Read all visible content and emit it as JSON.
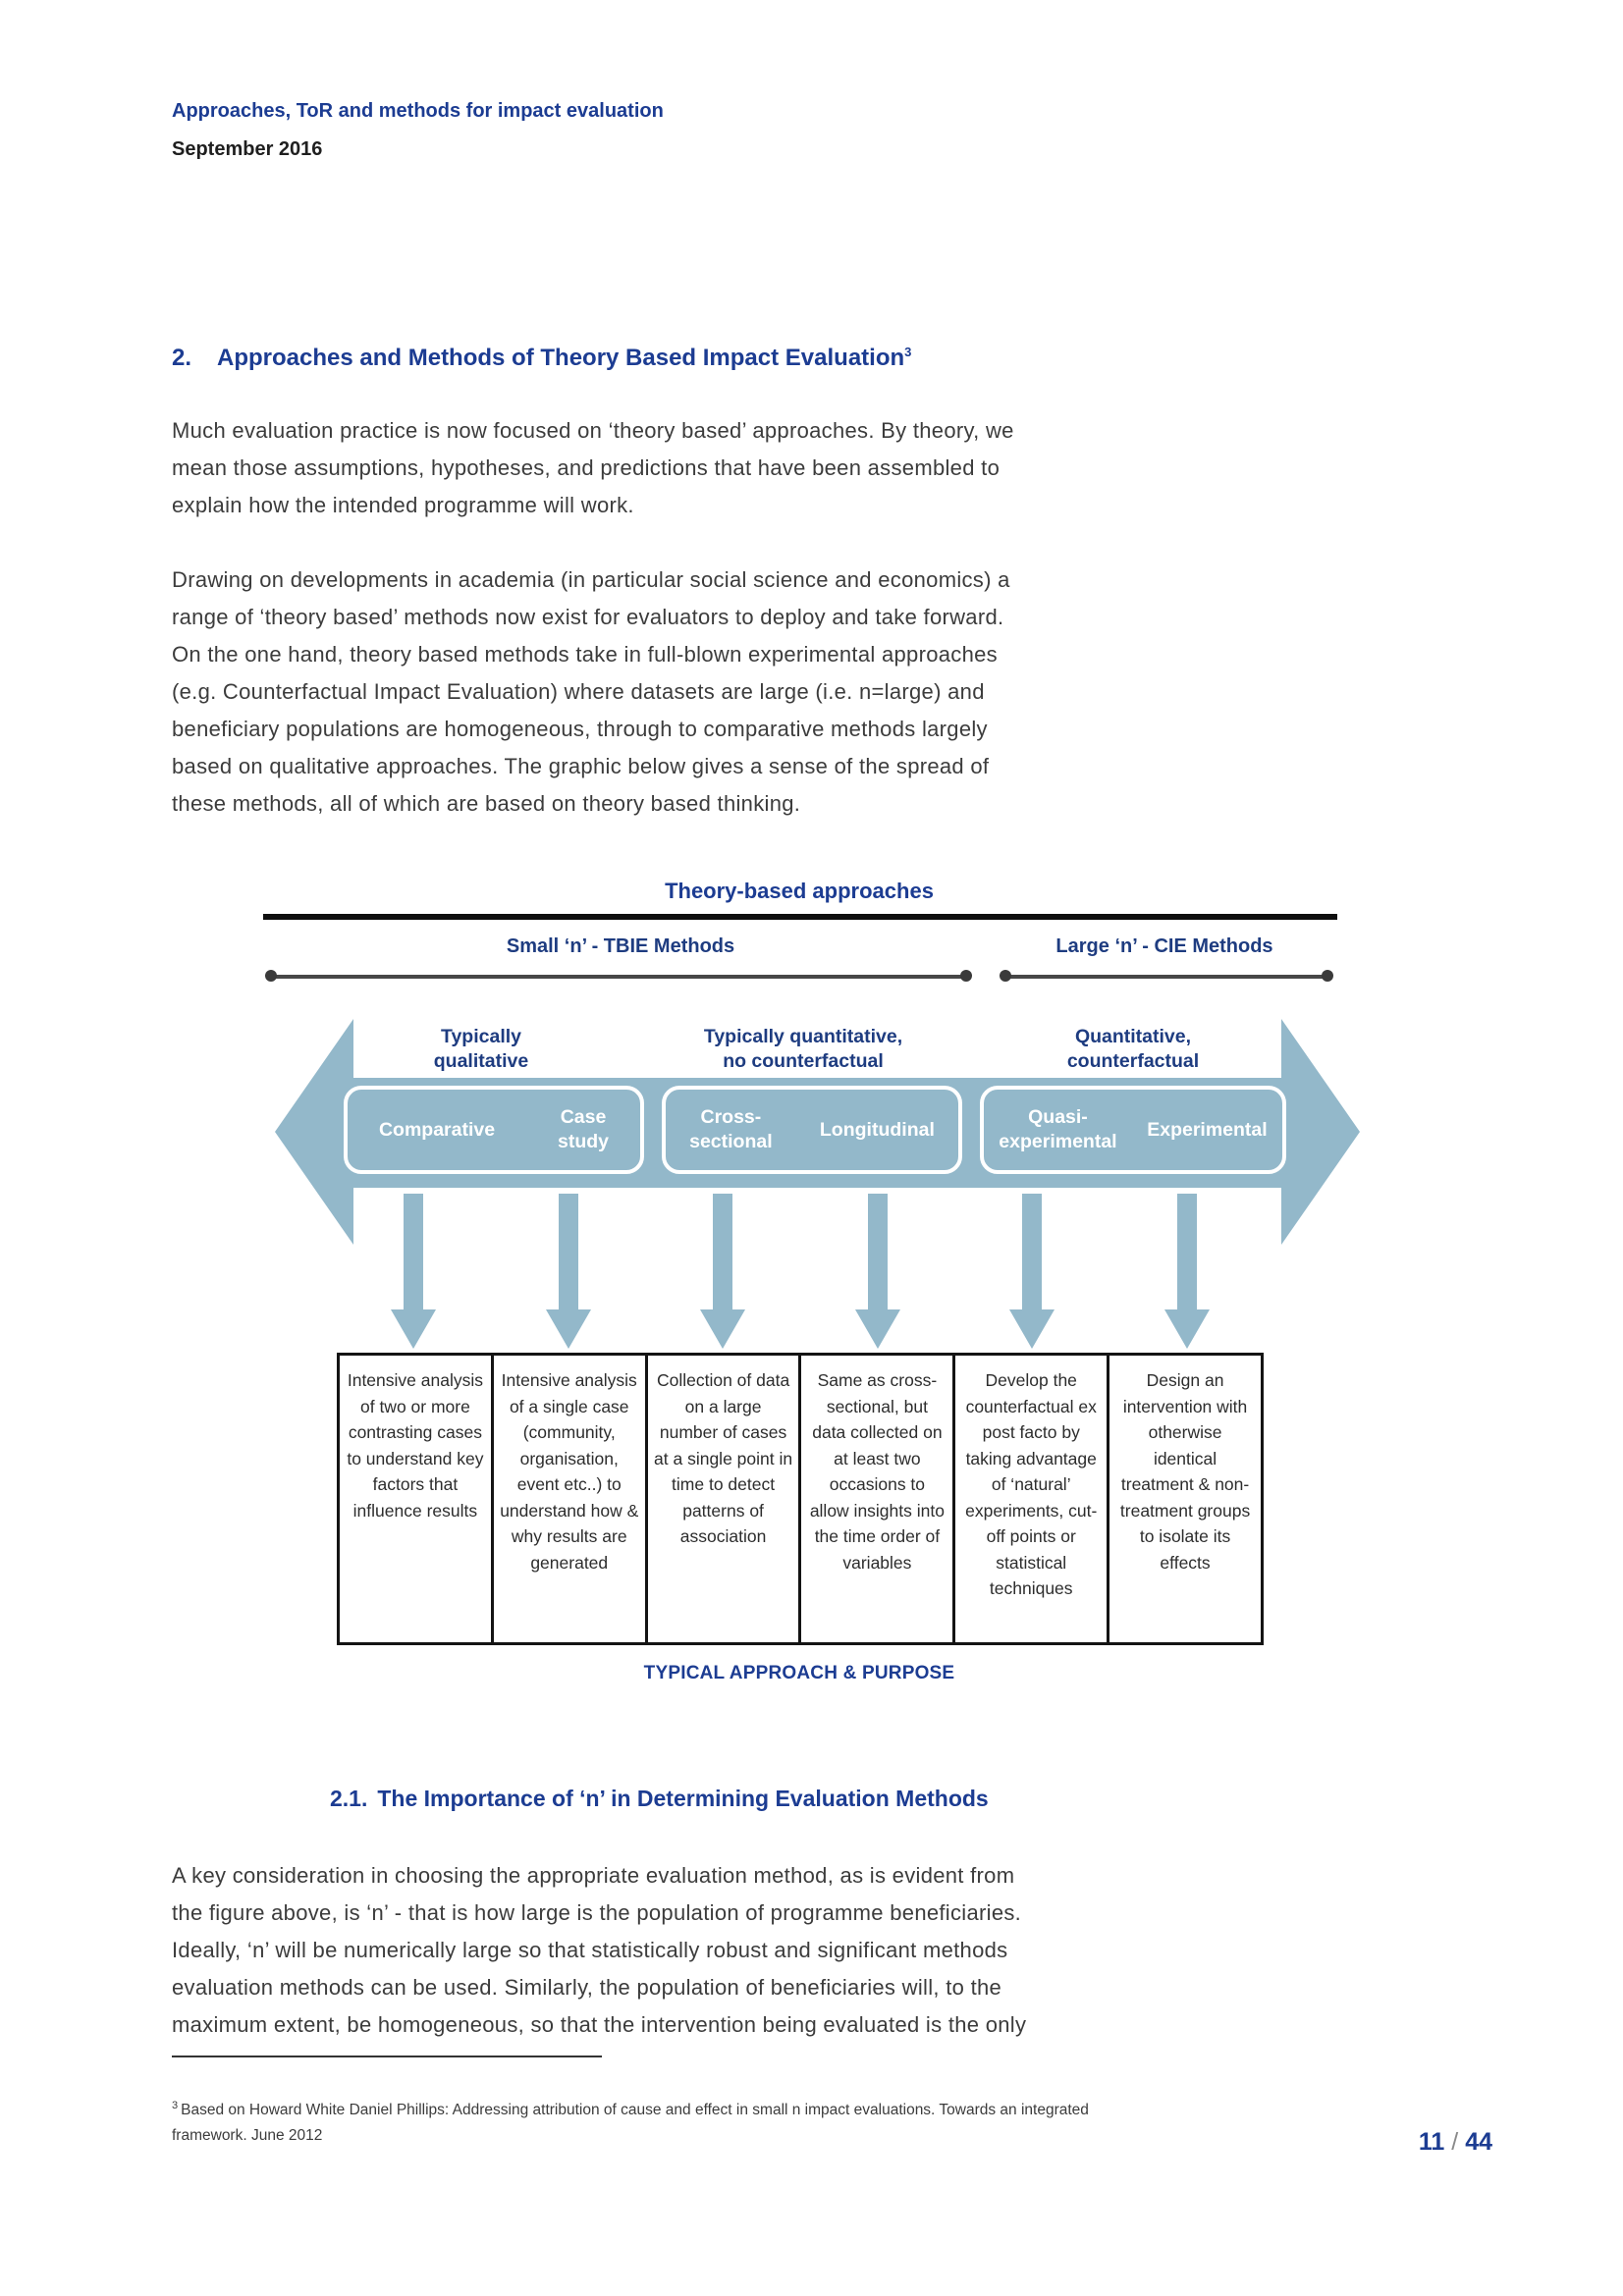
{
  "header": {
    "title": "Approaches, ToR and methods for impact evaluation",
    "date": "September 2016"
  },
  "section2": {
    "number": "2.",
    "title": "Approaches and Methods of Theory Based Impact Evaluation",
    "footnote_ref": "3"
  },
  "paragraphs": {
    "p1": "Much evaluation practice is now focused on ‘theory based’ approaches.  By theory, we\nmean those assumptions, hypotheses, and predictions that have been assembled to\nexplain how the intended programme will work.",
    "p2": "Drawing on developments in academia (in particular social science and economics) a\nrange of ‘theory based’ methods now exist for evaluators to deploy and take forward.\nOn the one hand, theory based methods take in full-blown experimental approaches\n(e.g. Counterfactual Impact Evaluation) where datasets are large (i.e. n=large) and\nbeneficiary populations are homogeneous, through to comparative methods largely\nbased on qualitative approaches. The graphic below gives a sense of the spread of\nthese methods, all of which are based on theory based thinking.",
    "p3": "A key consideration in choosing the appropriate evaluation method, as is evident from\nthe figure above, is ‘n’ - that is how large is the population of programme beneficiaries.\nIdeally, ‘n’ will be numerically large so that statistically robust and significant methods\nevaluation methods can be used. Similarly, the population of beneficiaries will, to the\nmaximum extent, be homogeneous, so that the intervention being evaluated is the only"
  },
  "diagram": {
    "title": "Theory-based approaches",
    "left_axis": "Small ‘n’ - TBIE Methods",
    "right_axis": "Large ‘n’ - CIE Methods",
    "groups": [
      {
        "label": "Typically\nqualitative",
        "methods": [
          "Comparative",
          "Case\nstudy"
        ]
      },
      {
        "label": "Typically quantitative,\nno counterfactual",
        "methods": [
          "Cross-\nsectional",
          "Longitudinal"
        ]
      },
      {
        "label": "Quantitative,\ncounterfactual",
        "methods": [
          "Quasi-\nexperimental",
          "Experimental"
        ]
      }
    ],
    "descriptions": [
      "Intensive analysis of two or more contrasting cases to understand key factors that influence results",
      "Intensive analysis of a single case (community, organisation, event etc..) to understand how & why results are generated",
      "Collection of data on a large number of cases at a single point in time to detect patterns of association",
      "Same as cross-sectional, but data collected on at least two occasions to allow insights into the time order of variables",
      "Develop the counterfactual ex post facto by taking advantage of ‘natural’ experiments, cut-off points or statistical techniques",
      "Design an intervention with otherwise identical treatment & non-treatment groups to isolate its effects"
    ],
    "caption": "TYPICAL APPROACH & PURPOSE",
    "colors": {
      "arrow_blue": "#93b8ca",
      "label_navy": "#1e3c80",
      "heading_blue": "#1c3c92"
    }
  },
  "section21": {
    "number": "2.1.",
    "title": "The Importance of ‘n’ in Determining Evaluation Methods"
  },
  "footnote": {
    "ref": "3",
    "text": "Based on Howard White Daniel Phillips: Addressing attribution of cause and effect in small n impact evaluations. Towards an integrated\nframework. June 2012"
  },
  "page_number": {
    "current": "11",
    "separator": "/",
    "total": "44"
  }
}
